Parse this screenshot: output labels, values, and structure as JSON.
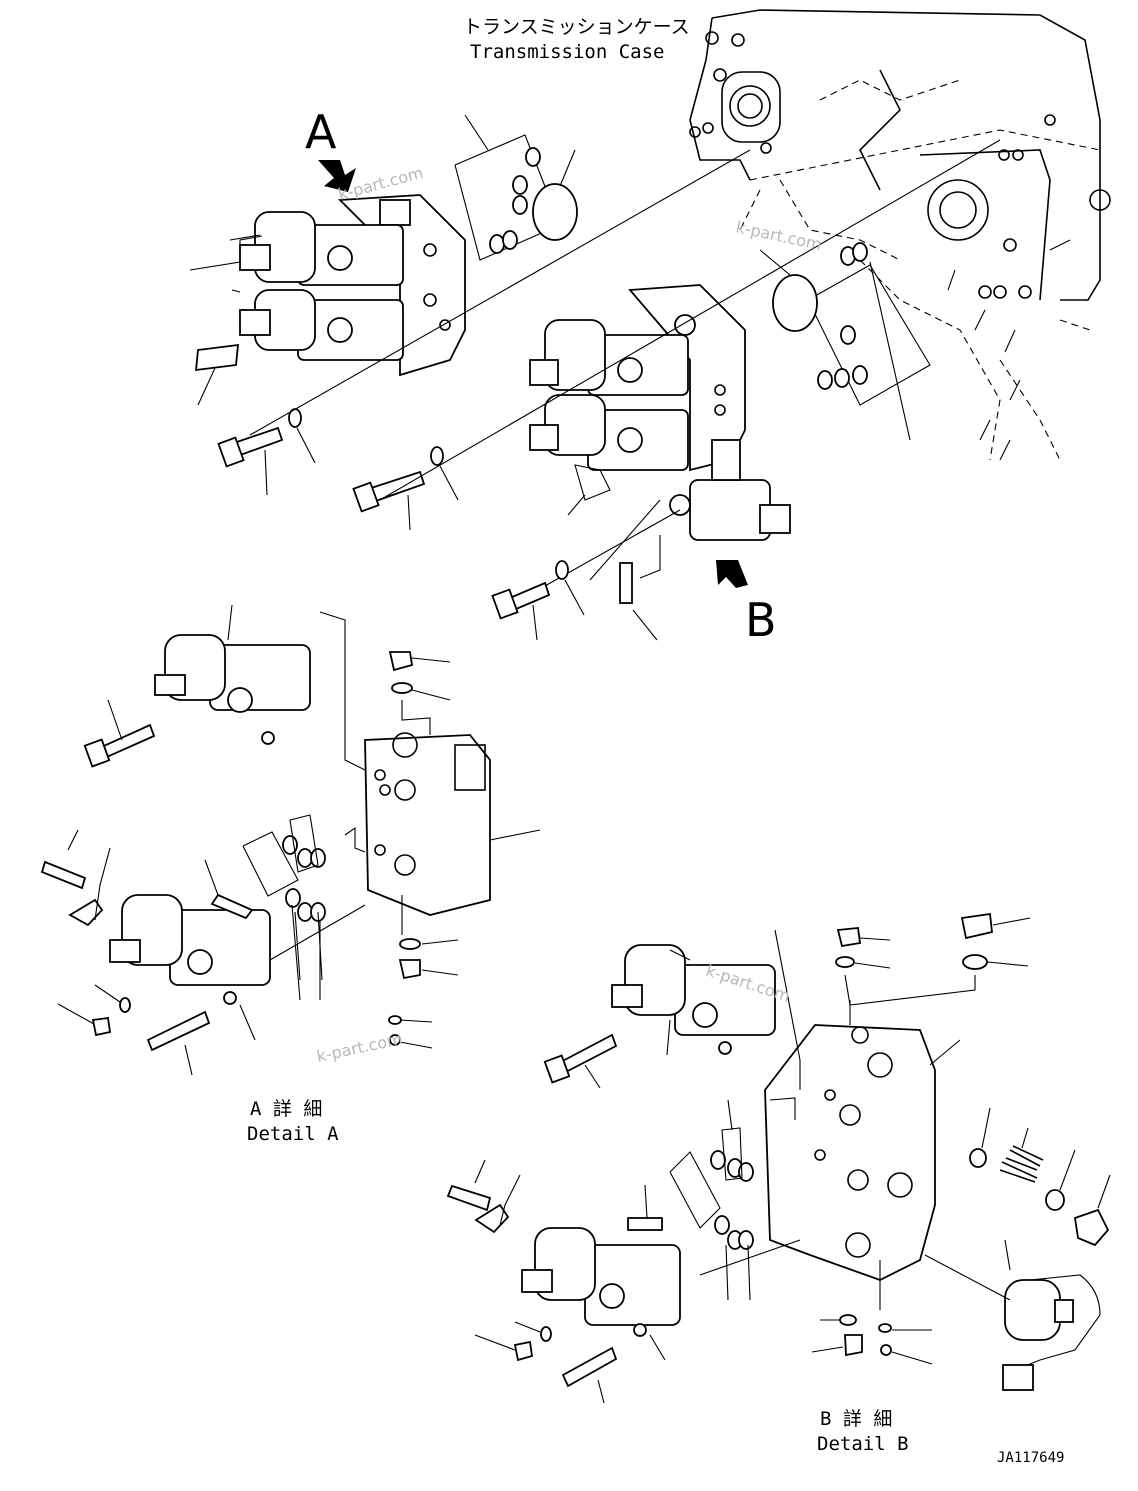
{
  "labels": {
    "case_jp": "トランスミッションケース",
    "case_en": "Transmission Case",
    "view_a": "A",
    "view_b": "B",
    "detail_a_jp": "A 詳 細",
    "detail_a_en": "Detail A",
    "detail_b_jp": "B 詳 細",
    "detail_b_en": "Detail B",
    "drawing_no": "JA117649"
  },
  "watermarks": [
    "k-part.com",
    "k-part.com",
    "k-part.com",
    "k-part.com"
  ],
  "icons": {
    "arrow_a": "arrow-down-right-icon",
    "arrow_b": "arrow-up-left-icon"
  }
}
